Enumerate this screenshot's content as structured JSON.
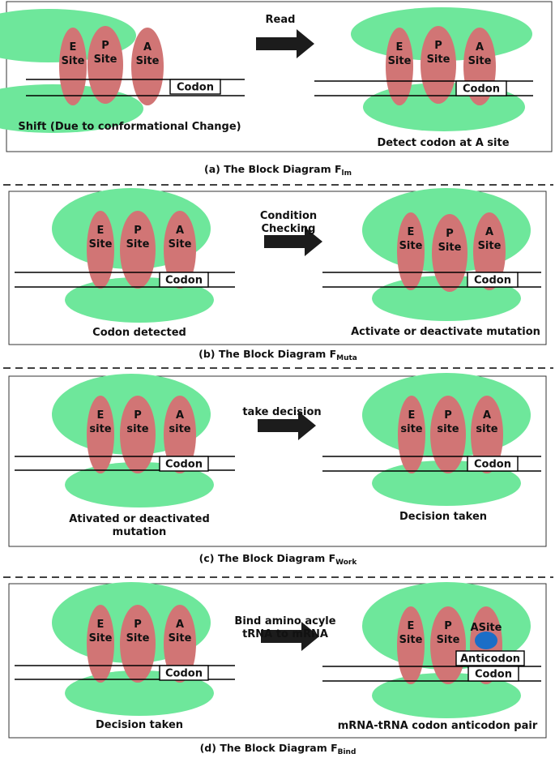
{
  "colors": {
    "ribosome": "#6ee79b",
    "site": "#d17575",
    "trna": "#1b6ec7",
    "frame": "#333333",
    "arrow": "#1c1c1c"
  },
  "panels": [
    {
      "id": "a",
      "arrow_label": [
        "Read"
      ],
      "left": {
        "sites": [
          [
            "E",
            "Site"
          ],
          [
            "P",
            "Site"
          ],
          [
            "A",
            "Site"
          ]
        ],
        "codon": "Codon",
        "caption": [
          "Shift (Due to conformational Change)"
        ]
      },
      "right": {
        "sites": [
          [
            "E",
            "Site"
          ],
          [
            "P",
            "Site"
          ],
          [
            "A",
            "Site"
          ]
        ],
        "codon": "Codon",
        "caption": [
          "Detect codon at A site"
        ]
      },
      "figure_caption": {
        "text": "(a) The Block Diagram F",
        "sub": "lm"
      }
    },
    {
      "id": "b",
      "arrow_label": [
        "Condition",
        "Checking"
      ],
      "left": {
        "sites": [
          [
            "E",
            "Site"
          ],
          [
            "P",
            "Site"
          ],
          [
            "A",
            "Site"
          ]
        ],
        "codon": "Codon",
        "caption": [
          "Codon detected"
        ]
      },
      "right": {
        "sites": [
          [
            "E",
            "Site"
          ],
          [
            "P",
            "Site"
          ],
          [
            "A",
            "Site"
          ]
        ],
        "codon": "Codon",
        "caption": [
          "Activate or deactivate mutation"
        ]
      },
      "figure_caption": {
        "text": "(b) The Block Diagram F",
        "sub": "Muta"
      }
    },
    {
      "id": "c",
      "arrow_label": [
        "take decision"
      ],
      "left": {
        "sites": [
          [
            "E",
            "site"
          ],
          [
            "P",
            "site"
          ],
          [
            "A",
            "site"
          ]
        ],
        "codon": "Codon",
        "caption": [
          "Ativated or deactivated",
          "mutation"
        ]
      },
      "right": {
        "sites": [
          [
            "E",
            "site"
          ],
          [
            "P",
            "site"
          ],
          [
            "A",
            "site"
          ]
        ],
        "codon": "Codon",
        "caption": [
          "Decision taken"
        ]
      },
      "figure_caption": {
        "text": "(c) The Block Diagram F",
        "sub": "Work"
      }
    },
    {
      "id": "d",
      "arrow_label": [
        "Bind amino acyle",
        "tRNA to mRNA"
      ],
      "left": {
        "sites": [
          [
            "E",
            "Site"
          ],
          [
            "P",
            "Site"
          ],
          [
            "A",
            "Site"
          ]
        ],
        "codon": "Codon",
        "caption": [
          "Decision taken"
        ]
      },
      "right": {
        "sites": [
          [
            "E",
            "Site"
          ],
          [
            "P",
            "Site"
          ],
          [
            "ASite"
          ]
        ],
        "codon": "Codon",
        "anticodon": "Anticodon",
        "caption": [
          "mRNA-tRNA codon anticodon pair"
        ]
      },
      "figure_caption": {
        "text": "(d) The Block Diagram F",
        "sub": "Bind"
      }
    }
  ]
}
